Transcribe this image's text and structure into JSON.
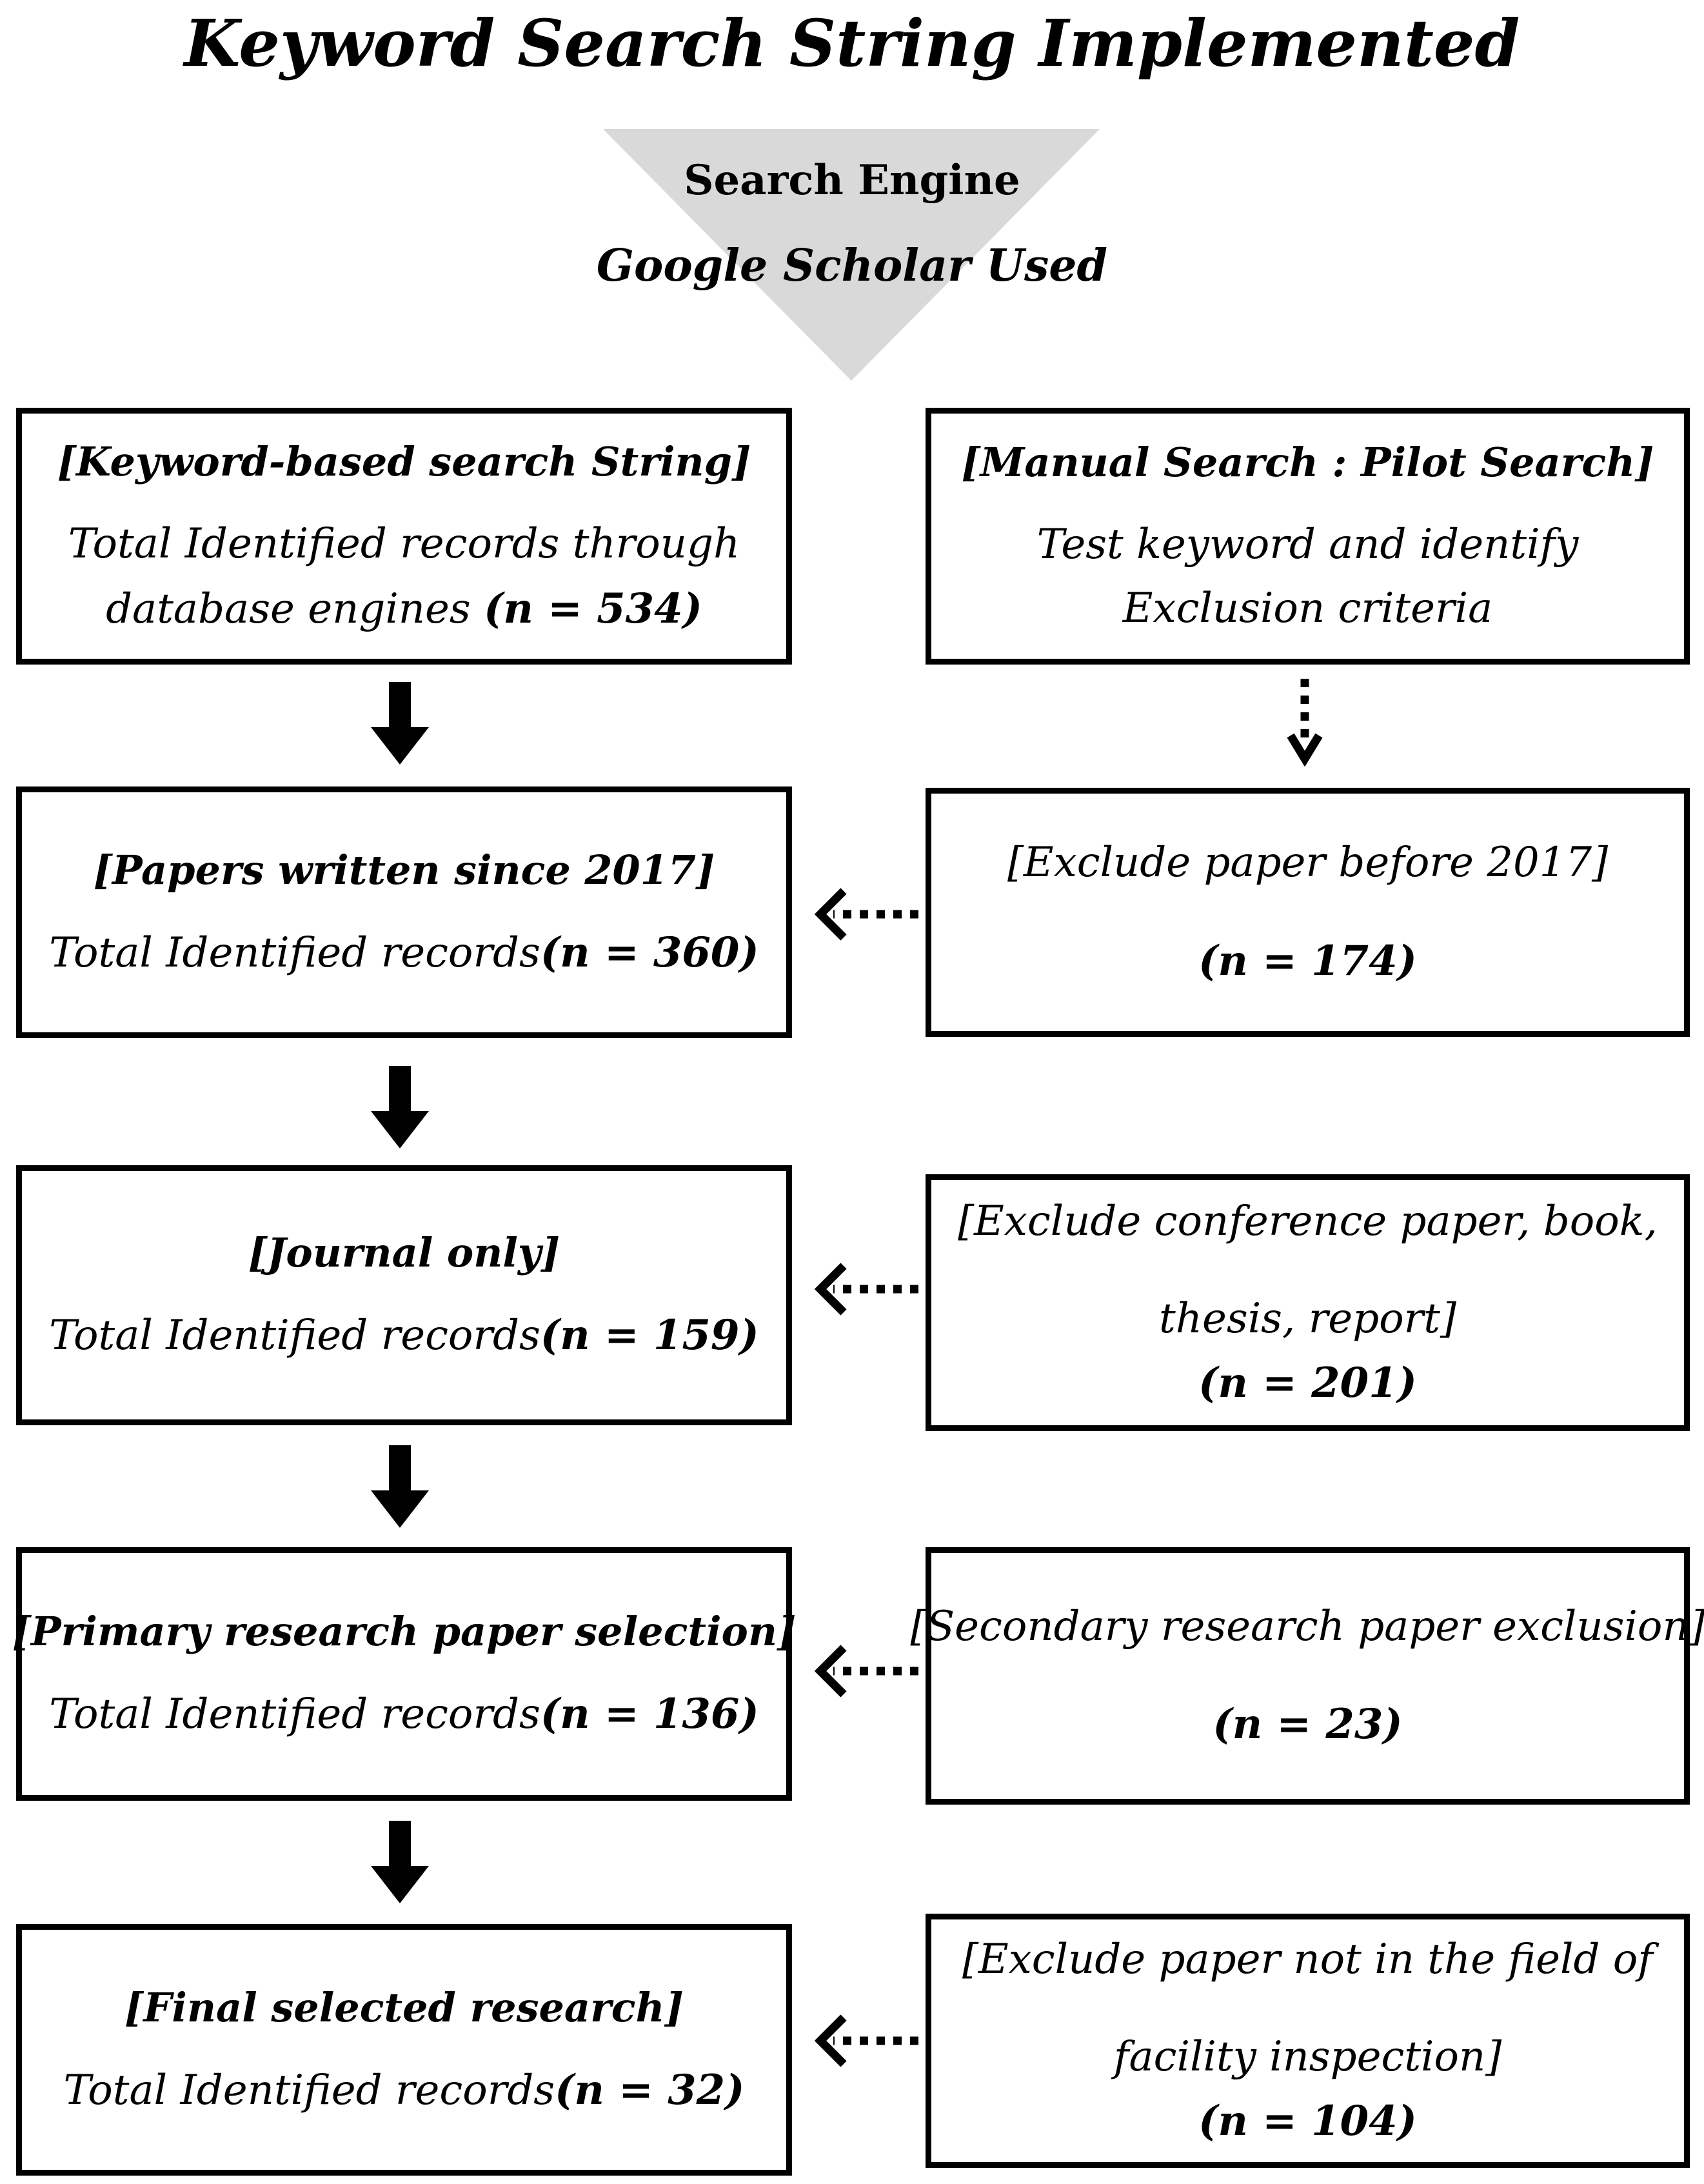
{
  "colors": {
    "ink": "#000000",
    "background": "#ffffff"
  },
  "title": "Keyword Search String Implemented",
  "funnel": {
    "fill": "#d9d9d9",
    "label": "Search Engine",
    "sublabel": "Google Scholar Used"
  },
  "left_column": [
    {
      "name": "keyword-based-search-string",
      "lines": [
        {
          "kind": "h",
          "segments": [
            {
              "t": "[Keyword-based search String]",
              "b": true
            }
          ]
        },
        {
          "kind": "t",
          "segments": [
            {
              "t": "Total Identified records through",
              "b": false
            }
          ]
        },
        {
          "kind": "t",
          "segments": [
            {
              "t": "database engines ",
              "b": false
            },
            {
              "t": "(n = 534)",
              "b": true
            }
          ]
        }
      ]
    },
    {
      "name": "papers-written-since-2017",
      "lines": [
        {
          "kind": "h",
          "segments": [
            {
              "t": "[Papers written since 2017]",
              "b": true
            }
          ]
        },
        {
          "kind": "t",
          "segments": [
            {
              "t": "Total Identified records",
              "b": false
            },
            {
              "t": "(n = 360)",
              "b": true
            }
          ]
        }
      ]
    },
    {
      "name": "journal-only",
      "lines": [
        {
          "kind": "h",
          "segments": [
            {
              "t": "[Journal only]",
              "b": true
            }
          ]
        },
        {
          "kind": "t",
          "segments": [
            {
              "t": "Total Identified records",
              "b": false
            },
            {
              "t": "(n = 159)",
              "b": true
            }
          ]
        }
      ]
    },
    {
      "name": "primary-research-paper-selection",
      "lines": [
        {
          "kind": "h",
          "segments": [
            {
              "t": "[Primary research paper selection]",
              "b": true
            }
          ]
        },
        {
          "kind": "t",
          "segments": [
            {
              "t": "Total Identified records",
              "b": false
            },
            {
              "t": "(n = 136)",
              "b": true
            }
          ]
        }
      ]
    },
    {
      "name": "final-selected-research",
      "lines": [
        {
          "kind": "h",
          "segments": [
            {
              "t": "[Final selected research]",
              "b": true
            }
          ]
        },
        {
          "kind": "t",
          "segments": [
            {
              "t": "Total Identified records",
              "b": false
            },
            {
              "t": "(n = 32)",
              "b": true
            }
          ]
        }
      ]
    }
  ],
  "right_column": [
    {
      "name": "manual-search-pilot-search",
      "lines": [
        {
          "kind": "h",
          "segments": [
            {
              "t": "[Manual Search : Pilot Search]",
              "b": true
            }
          ]
        },
        {
          "kind": "t",
          "segments": [
            {
              "t": "Test keyword and identify",
              "b": false
            }
          ]
        },
        {
          "kind": "t",
          "segments": [
            {
              "t": "Exclusion criteria",
              "b": false
            }
          ]
        }
      ]
    },
    {
      "name": "exclude-paper-before-2017",
      "lines": [
        {
          "kind": "t",
          "segments": [
            {
              "t": "[Exclude paper before 2017]",
              "b": false
            }
          ]
        },
        {
          "kind": "ts",
          "segments": [
            {
              "t": "(n = 174)",
              "b": true
            }
          ]
        }
      ]
    },
    {
      "name": "exclude-conference-book-thesis-report",
      "lines": [
        {
          "kind": "t",
          "segments": [
            {
              "t": "[Exclude conference paper, book,",
              "b": false
            }
          ]
        },
        {
          "kind": "ts",
          "segments": [
            {
              "t": "thesis, report]",
              "b": false
            }
          ]
        },
        {
          "kind": "t",
          "segments": [
            {
              "t": "(n = 201)",
              "b": true
            }
          ]
        }
      ]
    },
    {
      "name": "secondary-research-paper-exclusion",
      "lines": [
        {
          "kind": "t",
          "segments": [
            {
              "t": "[Secondary research paper exclusion]",
              "b": false
            }
          ]
        },
        {
          "kind": "ts",
          "segments": [
            {
              "t": "(n = 23)",
              "b": true
            }
          ]
        }
      ]
    },
    {
      "name": "exclude-paper-not-facility-inspection",
      "lines": [
        {
          "kind": "t",
          "segments": [
            {
              "t": "[Exclude paper not in the field of",
              "b": false
            }
          ]
        },
        {
          "kind": "ts",
          "segments": [
            {
              "t": "facility inspection]",
              "b": false
            }
          ]
        },
        {
          "kind": "t",
          "segments": [
            {
              "t": "(n = 104)",
              "b": true
            }
          ]
        }
      ]
    }
  ]
}
